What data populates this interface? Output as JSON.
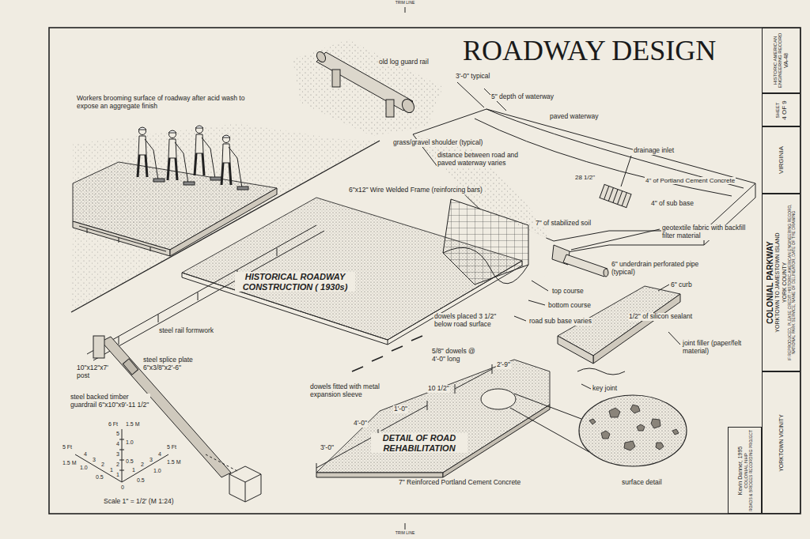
{
  "diagram": {
    "title": "ROADWAY DESIGN",
    "nodes": [
      {
        "text": [
          "HISTORIC AMERICAN ENGINEERING RECORD",
          "VA-48"
        ]
      },
      {
        "text": [
          "SHEET",
          "4 OF 9"
        ]
      },
      {
        "text": [
          "VIRGINIA"
        ]
      },
      {
        "text": [
          "COLONIAL PARKWAY",
          "YORKTOWN TO JAMESTOWN ISLAND",
          "YORK COUNTY",
          "IF REPRODUCED, PLEASE CREDIT: HISTORIC AMERICAN ENGINEERING RECORD, NATIONAL PARK SERVICE, NAME OF DELINEATOR, DATE OF THE DRAWING"
        ]
      },
      {
        "text": [
          "YORKTOWN VICINITY"
        ]
      },
      {
        "text": [
          "Kevin Danner, 1995",
          "COLONIAL NHP",
          "ROADS & BRIDGES RECORDING PROJECT"
        ]
      }
    ],
    "labels": [
      "TRIM LINE",
      "Workers brooming surface of roadway after acid wash to expose an aggregate finish",
      "old log guard rail",
      "3'-0\" typical",
      "5\" depth of waterway",
      "paved waterway",
      "grass/gravel shoulder (typical)",
      "distance between road and paved waterway varies",
      "drainage inlet",
      "28 1/2\"",
      "4\" of Portland Cement Concrete",
      "4\" of sub base",
      "6\"x12\" Wire Welded Frame (reinforcing bars)",
      "7\" of stabilized soil",
      "geotextile fabric with backfill filter material",
      "6\" underdrain perforated pipe (typical)",
      "6\" curb",
      "HISTORICAL ROADWAY CONSTRUCTION ( 1930s)",
      "top course",
      "bottom course",
      "road sub base varies",
      "1/2\" of silicon sealant",
      "dowels placed 3 1/2\" below road surface",
      "steel rail formwork",
      "steel splice plate 6\"x3/8\"x2'-6\"",
      "joint filler (paper/felt material)",
      "10\"x12\"x7' post",
      "5/8\" dowels @ 4'-0\" long",
      "2'-9\"",
      "key joint",
      "dowels fitted with metal expansion sleeve",
      "10 1/2\"",
      "steel backed timber guardrail 6\"x10\"x9'-11 1/2\"",
      "1'-0\"",
      "4'-0\"",
      "DETAIL OF ROAD REHABILITATION",
      "3'-0\"",
      "7\" Reinforced Portland Cement Concrete",
      "surface detail",
      "6 Ft",
      "1.5 M",
      "5",
      "4",
      "3",
      "2",
      "1",
      "0",
      "1.0",
      "0.5",
      "5 Ft",
      "4",
      "3",
      "2",
      "1",
      "1.5 M",
      "1.0",
      "0.5",
      "5 Ft",
      "4",
      "3",
      "2",
      "1",
      "1.5 M",
      "1.0",
      "0.5",
      "Scale 1\" = 1/2' (M 1:24)",
      "TRIM LINE"
    ]
  }
}
